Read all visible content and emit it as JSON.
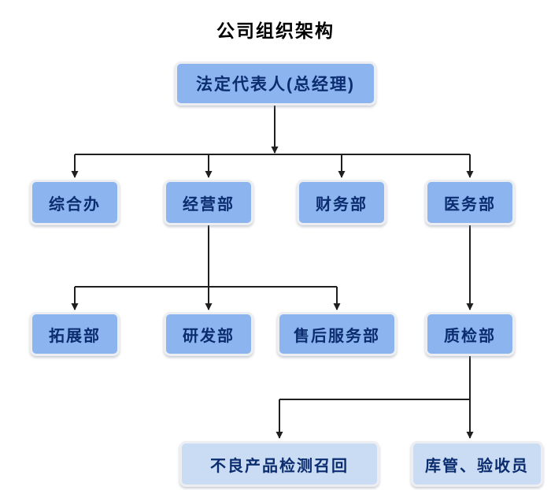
{
  "title": "公司组织架构",
  "nodes": {
    "ceo": {
      "label": "法定代表人(总经理)"
    },
    "general_office": {
      "label": "综合办"
    },
    "operations": {
      "label": "经营部"
    },
    "finance": {
      "label": "财务部"
    },
    "medical": {
      "label": "医务部"
    },
    "expansion": {
      "label": "拓展部"
    },
    "rnd": {
      "label": "研发部"
    },
    "after_sales": {
      "label": "售后服务部"
    },
    "quality": {
      "label": "质检部"
    },
    "recall": {
      "label": "不良产品检测召回"
    },
    "warehouse": {
      "label": "库管、验收员"
    }
  },
  "edges": [
    {
      "from": "ceo",
      "to": "general_office"
    },
    {
      "from": "ceo",
      "to": "operations"
    },
    {
      "from": "ceo",
      "to": "finance"
    },
    {
      "from": "ceo",
      "to": "medical"
    },
    {
      "from": "operations",
      "to": "expansion"
    },
    {
      "from": "operations",
      "to": "rnd"
    },
    {
      "from": "operations",
      "to": "after_sales"
    },
    {
      "from": "medical",
      "to": "quality"
    },
    {
      "from": "quality",
      "to": "recall"
    },
    {
      "from": "quality",
      "to": "warehouse"
    }
  ],
  "colors": {
    "node_fill": "#8cb4ee",
    "node_fill_light": "#c9dcf4",
    "node_text": "#0b2d6f",
    "connector": "#1f1f1f",
    "title_text": "#000000",
    "background": "#ffffff"
  }
}
